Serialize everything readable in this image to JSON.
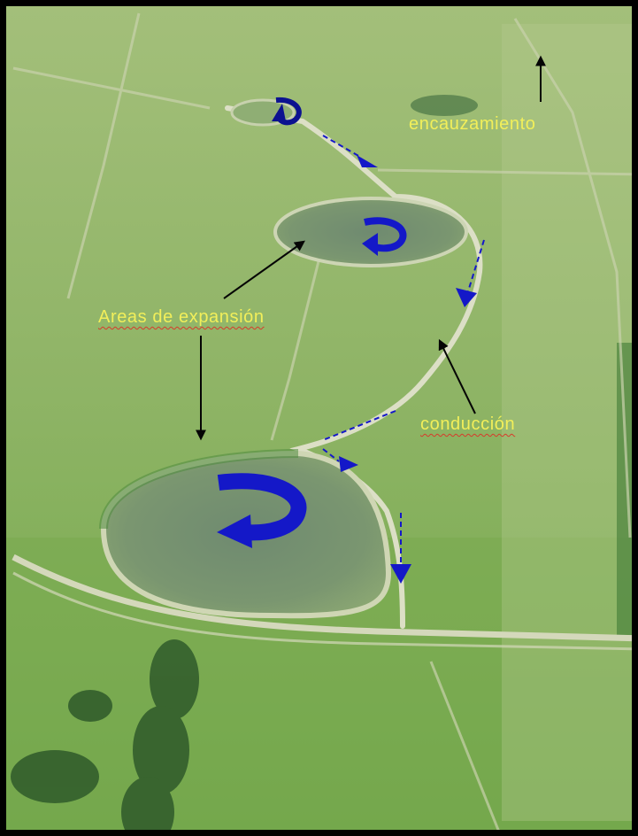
{
  "labels": {
    "encauzamiento": "encauzamiento",
    "areas_expansion": "Areas de expansión",
    "conduccion": "conducción"
  },
  "colors": {
    "label_text": "#f2ef5a",
    "spellcheck_underline": "#d83a2a",
    "annotation_arrow": "#050505",
    "flow_arrow": "#1418c8",
    "flow_arrow_dark": "#0c1290",
    "grass": "#7faa55",
    "grass_light": "#a7c47c",
    "pond_water": "#6b8a6a",
    "track": "#d8dcc0",
    "trees": "#2f5a2a"
  },
  "icons": {
    "pointer": "black-arrow-icon",
    "flow_direction": "blue-dashed-arrow-icon",
    "circulation": "blue-curved-arrow-icon"
  }
}
